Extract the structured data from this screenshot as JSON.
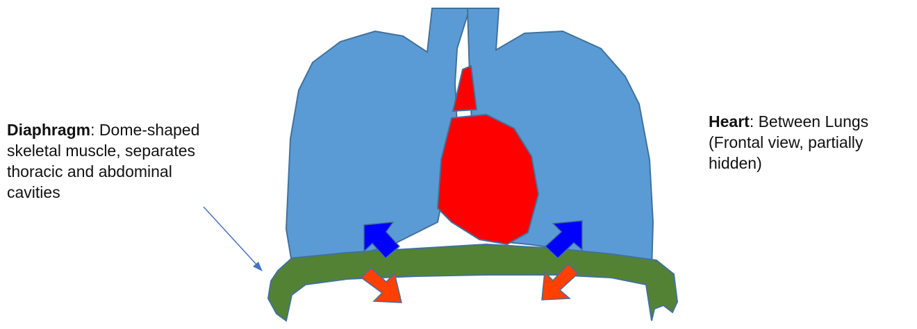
{
  "diaphragm": {
    "term": "Diaphragm",
    "line1": ":  Dome-shaped",
    "line2": "skeletal muscle, separates",
    "line3": "thoracic and abdominal",
    "line4": "cavities"
  },
  "heart": {
    "term": "Heart",
    "line1": ": Between Lungs",
    "line2": "(Frontal view, partially",
    "line3": "hidden)"
  },
  "colors": {
    "lung": "#5b9bd5",
    "lung_outline": "#41719c",
    "heart": "#ff0000",
    "diaphragm": "#548235",
    "inhale_arrow": "#0000ff",
    "exhale_arrow": "#ff4000",
    "pointer": "#4472c4"
  }
}
